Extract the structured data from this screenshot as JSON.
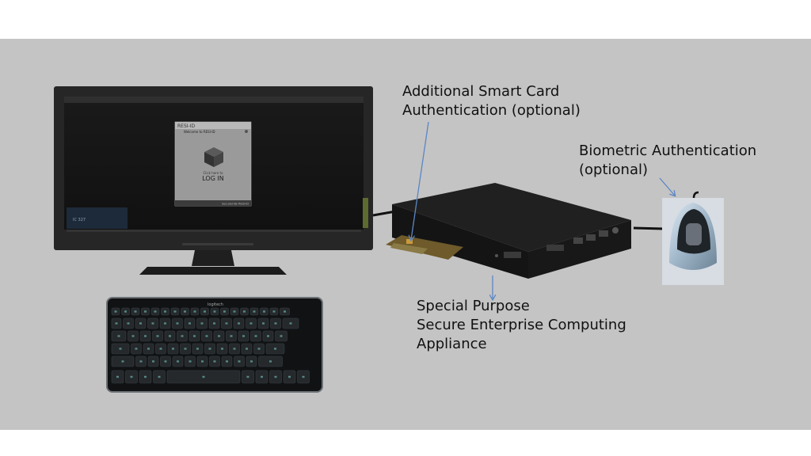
{
  "labels": {
    "smart_card": [
      "Additional Smart Card",
      "Authentication (optional)"
    ],
    "biometric": [
      "Biometric Authentication",
      "(optional)"
    ],
    "appliance": [
      "Special Purpose",
      "Secure Enterprise Computing",
      "Appliance"
    ]
  },
  "monitor": {
    "login_window": {
      "brand": "RESI-ID",
      "title": "Welcome to RESI-ID",
      "prompt": "Click here to",
      "action": "LOG IN",
      "footer": "Secured By RESI-ID"
    },
    "taskbar_tile": "IC 327"
  },
  "keyboard": {
    "brand": "logitech"
  },
  "colors": {
    "background": "#c4c4c4",
    "arrow": "#5b86c6",
    "device_body": "#1b1b1b",
    "key_glow": "#7fd6d0"
  }
}
